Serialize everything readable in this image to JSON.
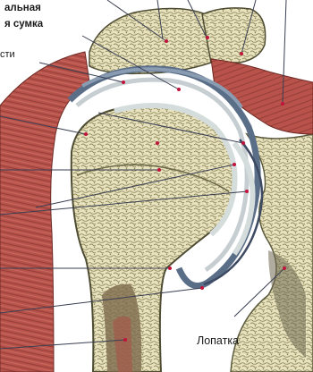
{
  "labels": {
    "top_line1": "альная",
    "top_line2": "я сумка",
    "fragment": "сти",
    "scapula": "Лопатка"
  },
  "colors": {
    "background": "#ffffff",
    "bone": "#e9e2bf",
    "bone_pattern": "#8e8a5c",
    "cartilage": "#d4dcdc",
    "muscle": "#b8524a",
    "muscle_dark": "#8a3a34",
    "capsule": "#5a6e88",
    "pointer": "#3a3f52",
    "marker": "#c0143c"
  }
}
